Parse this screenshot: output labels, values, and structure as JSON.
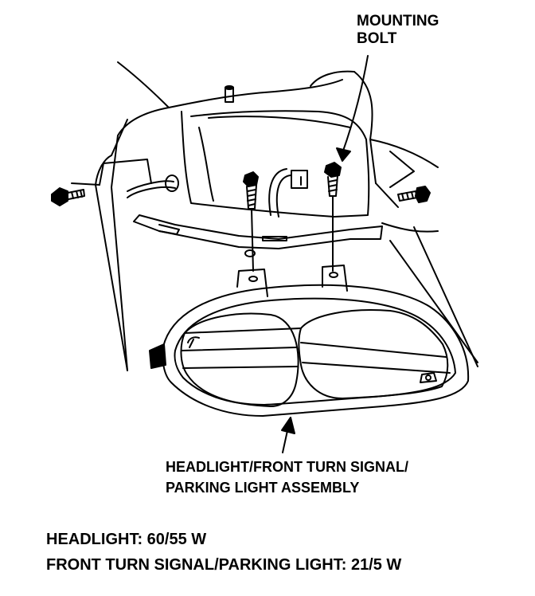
{
  "labels": {
    "mounting_bolt": [
      "MOUNTING",
      "BOLT"
    ],
    "assembly": [
      "HEADLIGHT/FRONT TURN SIGNAL/",
      "PARKING LIGHT ASSEMBLY"
    ]
  },
  "specs": [
    "HEADLIGHT: 60/55 W",
    "FRONT TURN SIGNAL/PARKING LIGHT: 21/5 W"
  ],
  "colors": {
    "ink": "#000000",
    "paper": "#ffffff"
  }
}
